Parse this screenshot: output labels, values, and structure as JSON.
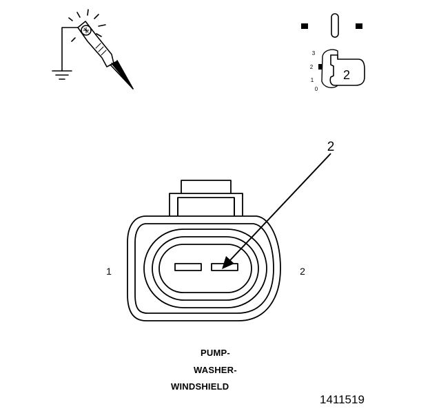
{
  "ignition": {
    "positions": [
      "3",
      "2",
      "1",
      "0"
    ],
    "selected_label": "2"
  },
  "connector": {
    "pin_left_label": "1",
    "pin_right_label": "2",
    "callout_label": "2"
  },
  "caption": {
    "line1": "PUMP-",
    "line2": "WASHER-",
    "line3": "WINDSHIELD"
  },
  "figure_id": "1411519",
  "icons": {
    "probe": "test-light-probe-icon",
    "ground": "ground-icon",
    "switch": "ignition-switch-icon",
    "key": "ignition-key-icon",
    "connector": "two-pin-connector-icon"
  }
}
